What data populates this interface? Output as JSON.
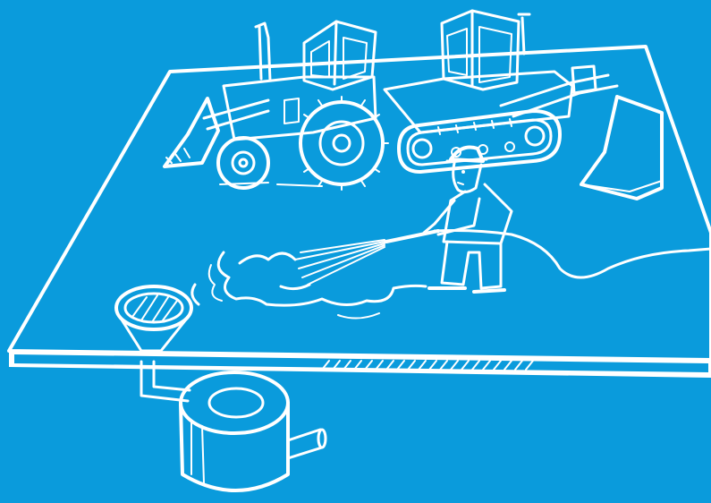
{
  "illustration": {
    "subject": "",
    "background_color": "#0a9bdc",
    "line_color": "#ffffff",
    "components": [
      "wash-pad-platform",
      "wheel-loader",
      "tracked-bulldozer",
      "worker-with-pressure-washer",
      "water-spray",
      "runoff-water",
      "floor-drain-grate",
      "drain-funnel",
      "underground-pipe",
      "collection-tank"
    ]
  }
}
